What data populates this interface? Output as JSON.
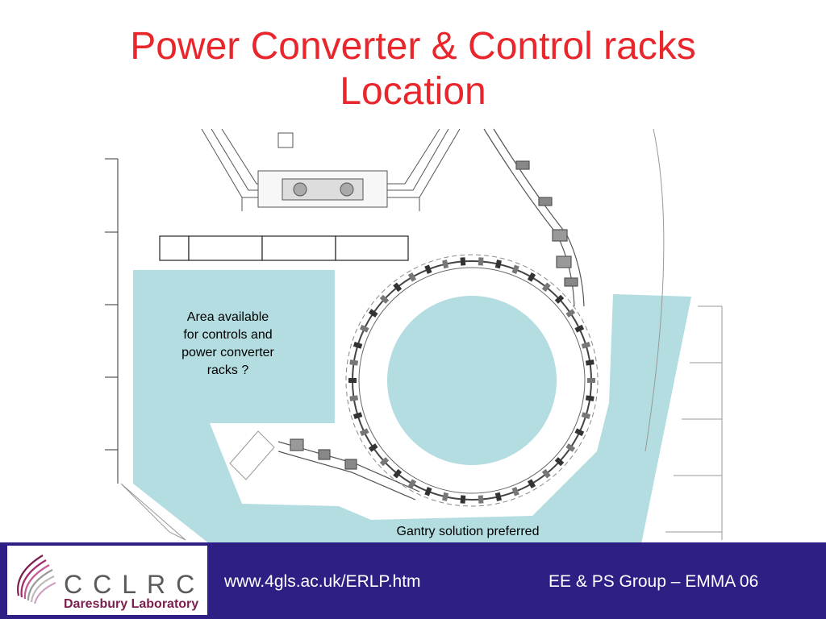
{
  "slide": {
    "title_line1": "Power Converter & Control racks",
    "title_line2": "Location",
    "area_label": [
      "Area available",
      "for controls and",
      "power converter",
      "racks ?"
    ],
    "gantry_label": "Gantry solution preferred"
  },
  "footer": {
    "url": "www.4gls.ac.uk/ERLP.htm",
    "group": "EE & PS Group – EMMA 06",
    "logo_name": "CCLRC",
    "logo_sub": "Daresbury Laboratory"
  },
  "colors": {
    "title": "#e8262b",
    "footer_bg": "#2e1f84",
    "highlight": "#b3dde0",
    "logo_text": "#7b1e4e"
  }
}
